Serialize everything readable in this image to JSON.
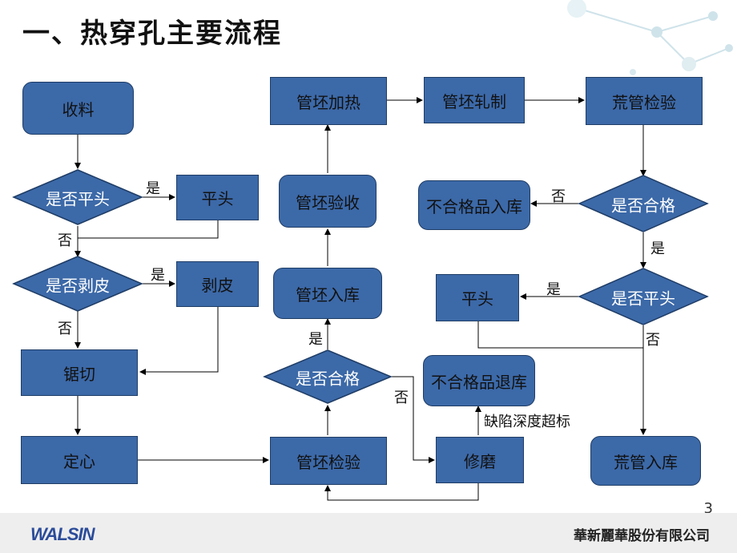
{
  "title": "一、热穿孔主要流程",
  "page_number": "3",
  "company": "華新麗華股份有限公司",
  "logo": {
    "text": "WALSIN"
  },
  "nodes": {
    "receive": "收料",
    "is_flat_head": "是否平头",
    "flat_head": "平头",
    "is_peel": "是否剥皮",
    "peel": "剥皮",
    "saw_cut": "锯切",
    "center": "定心",
    "billet_inspect": "管坯检验",
    "is_qualified_billet": "是否合格",
    "grind": "修磨",
    "reject_return": "不合格品退库",
    "billet_store": "管坯入库",
    "billet_accept": "管坯验收",
    "billet_heat": "管坯加热",
    "billet_roll": "管坯轧制",
    "tube_inspect": "荒管检验",
    "is_qualified_tube": "是否合格",
    "reject_store": "不合格品入库",
    "is_flat_head_2": "是否平头",
    "flat_head_2": "平头",
    "tube_store": "荒管入库"
  },
  "edge_labels": {
    "yes_flat": "是",
    "no_flat": "否",
    "yes_peel": "是",
    "no_peel": "否",
    "yes_qualified_billet": "是",
    "no_qualified_billet": "否",
    "defect_depth": "缺陷深度超标",
    "no_qualified_tube": "否",
    "yes_qualified_tube": "是",
    "yes_flat_2": "是",
    "no_flat_2": "否"
  },
  "colors": {
    "box_fill": "#3c69a8",
    "box_border": "#1f3d66"
  }
}
